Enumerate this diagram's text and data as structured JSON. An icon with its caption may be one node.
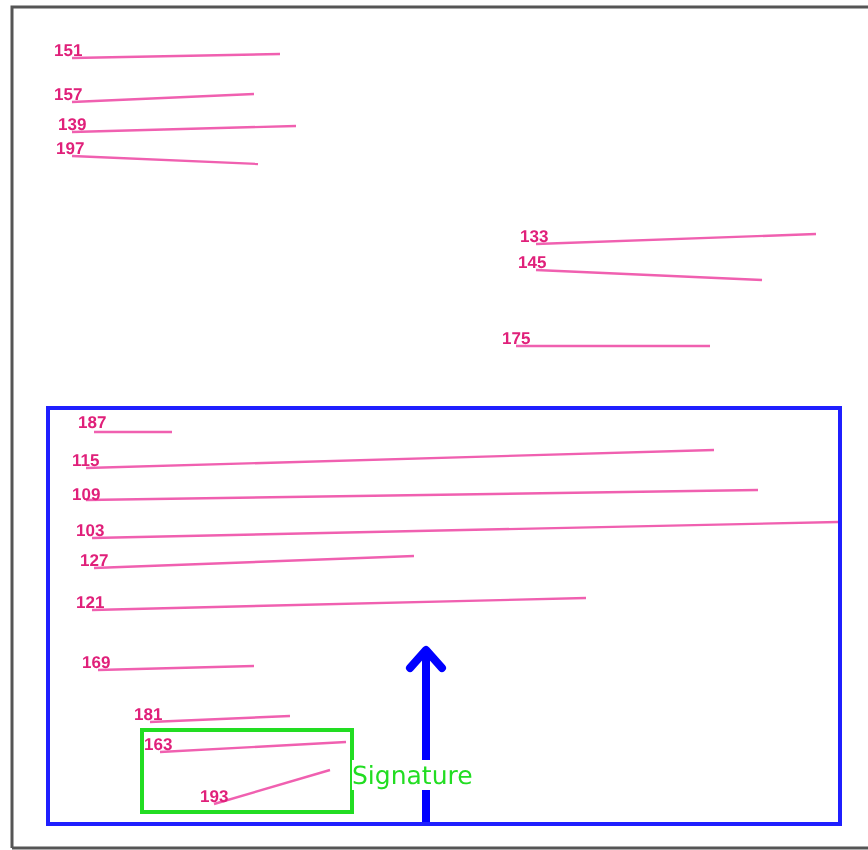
{
  "diagram": {
    "nodes": [
      {
        "text": [],
        "shape": "box"
      },
      {
        "text": [],
        "shape": "box",
        "in": 0,
        "beside": [
          "Signature"
        ]
      }
    ],
    "labels": [
      "151",
      "157",
      "139",
      "197",
      "133",
      "145",
      "175",
      "187",
      "115",
      "109",
      "103",
      "127",
      "121",
      "169",
      "181",
      "163",
      "193"
    ]
  }
}
